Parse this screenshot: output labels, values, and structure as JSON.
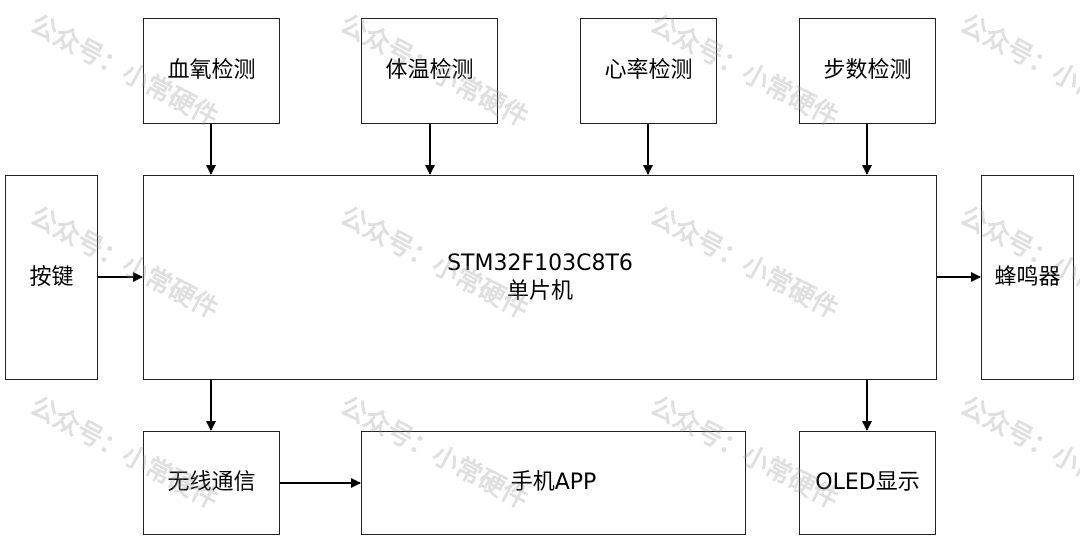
{
  "blocks": {
    "spo2": "血氧检测",
    "temp": "体温检测",
    "heart": "心率检测",
    "steps": "步数检测",
    "keys": "按键",
    "mcu_line1": "STM32F103C8T6",
    "mcu_line2": "单片机",
    "buzzer": "蜂鸣器",
    "wireless": "无线通信",
    "phone": "手机APP",
    "oled": "OLED显示"
  },
  "watermark": "公众号：小常硬件",
  "colors": {
    "line": "#000000",
    "border": "#222222",
    "watermark": "#969696"
  }
}
